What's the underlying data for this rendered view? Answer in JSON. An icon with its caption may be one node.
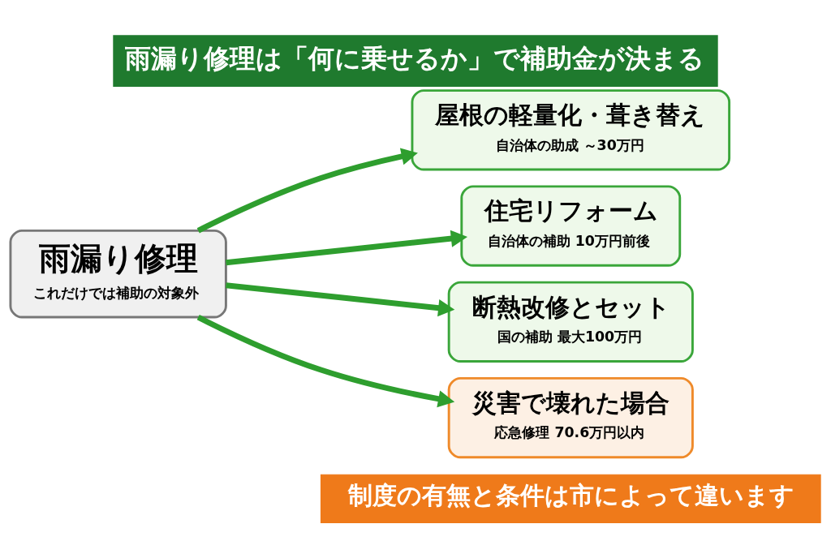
{
  "diagram": {
    "title": "雨漏り修理は「何に乗せるか」で補助金が決まる",
    "caption": "制度の有無と条件は市によって違います",
    "nodes": [
      {
        "text": [
          "雨漏り修理",
          "これだけでは補助の対象外"
        ]
      },
      {
        "text": [
          "屋根の軽量化・葺き替え",
          "自治体の助成 ～30万円"
        ]
      },
      {
        "text": [
          "住宅リフォーム",
          "自治体の補助 10万円前後"
        ]
      },
      {
        "text": [
          "断熱改修とセット",
          "国の補助 最大100万円"
        ]
      },
      {
        "text": [
          "災害で壊れた場合",
          "応急修理 70.6万円以内"
        ]
      }
    ],
    "edges": [
      {
        "from": 0,
        "to": 1,
        "arrow": "to"
      },
      {
        "from": 0,
        "to": 2,
        "arrow": "to"
      },
      {
        "from": 0,
        "to": 3,
        "arrow": "to"
      },
      {
        "from": 0,
        "to": 4,
        "arrow": "to"
      }
    ]
  }
}
